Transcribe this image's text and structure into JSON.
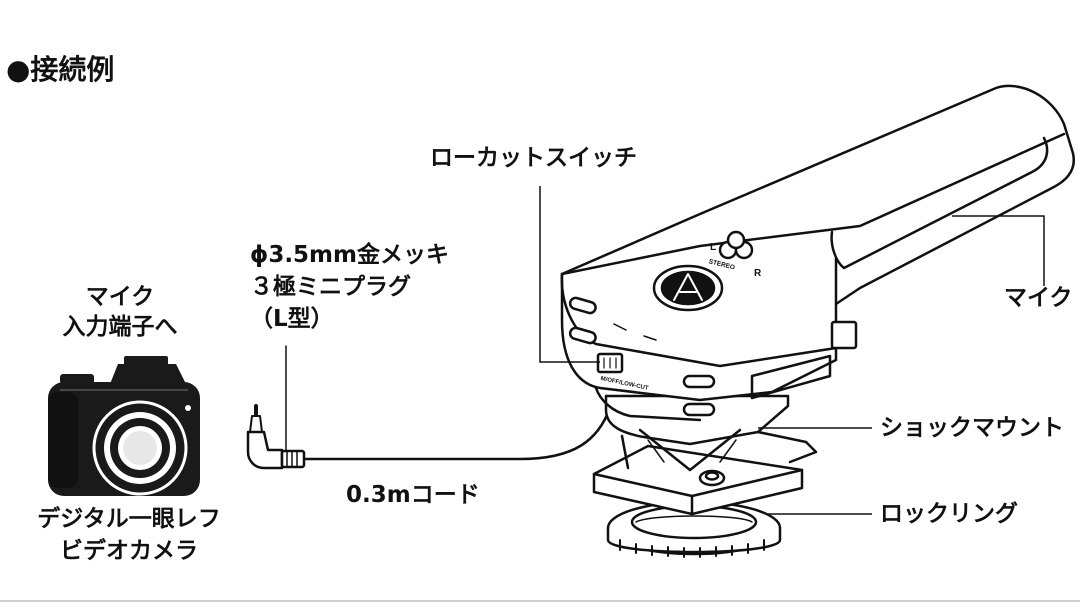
{
  "heading": "●接続例",
  "labels": {
    "low_cut_switch": "ローカットスイッチ",
    "plug_line1": "ϕ3.5mm金メッキ",
    "plug_line2": "３極ミニプラグ",
    "plug_line3": "（L型）",
    "input_line1": "マイク",
    "input_line2": "入力端子へ",
    "camera_line1": "デジタル一眼レフ",
    "camera_line2": "ビデオカメラ",
    "cord": "0.3mコード",
    "mic": "マイク",
    "shock_mount": "ショックマウント",
    "locking_ring": "ロックリング"
  },
  "device_markings": {
    "left": "L",
    "right": "R",
    "stereo": "STEREO",
    "switch_marking": "M/OFF/LOW-CUT"
  },
  "colors": {
    "ink": "#111111",
    "paper": "#ffffff",
    "camera_body": "#1a1a1a"
  }
}
